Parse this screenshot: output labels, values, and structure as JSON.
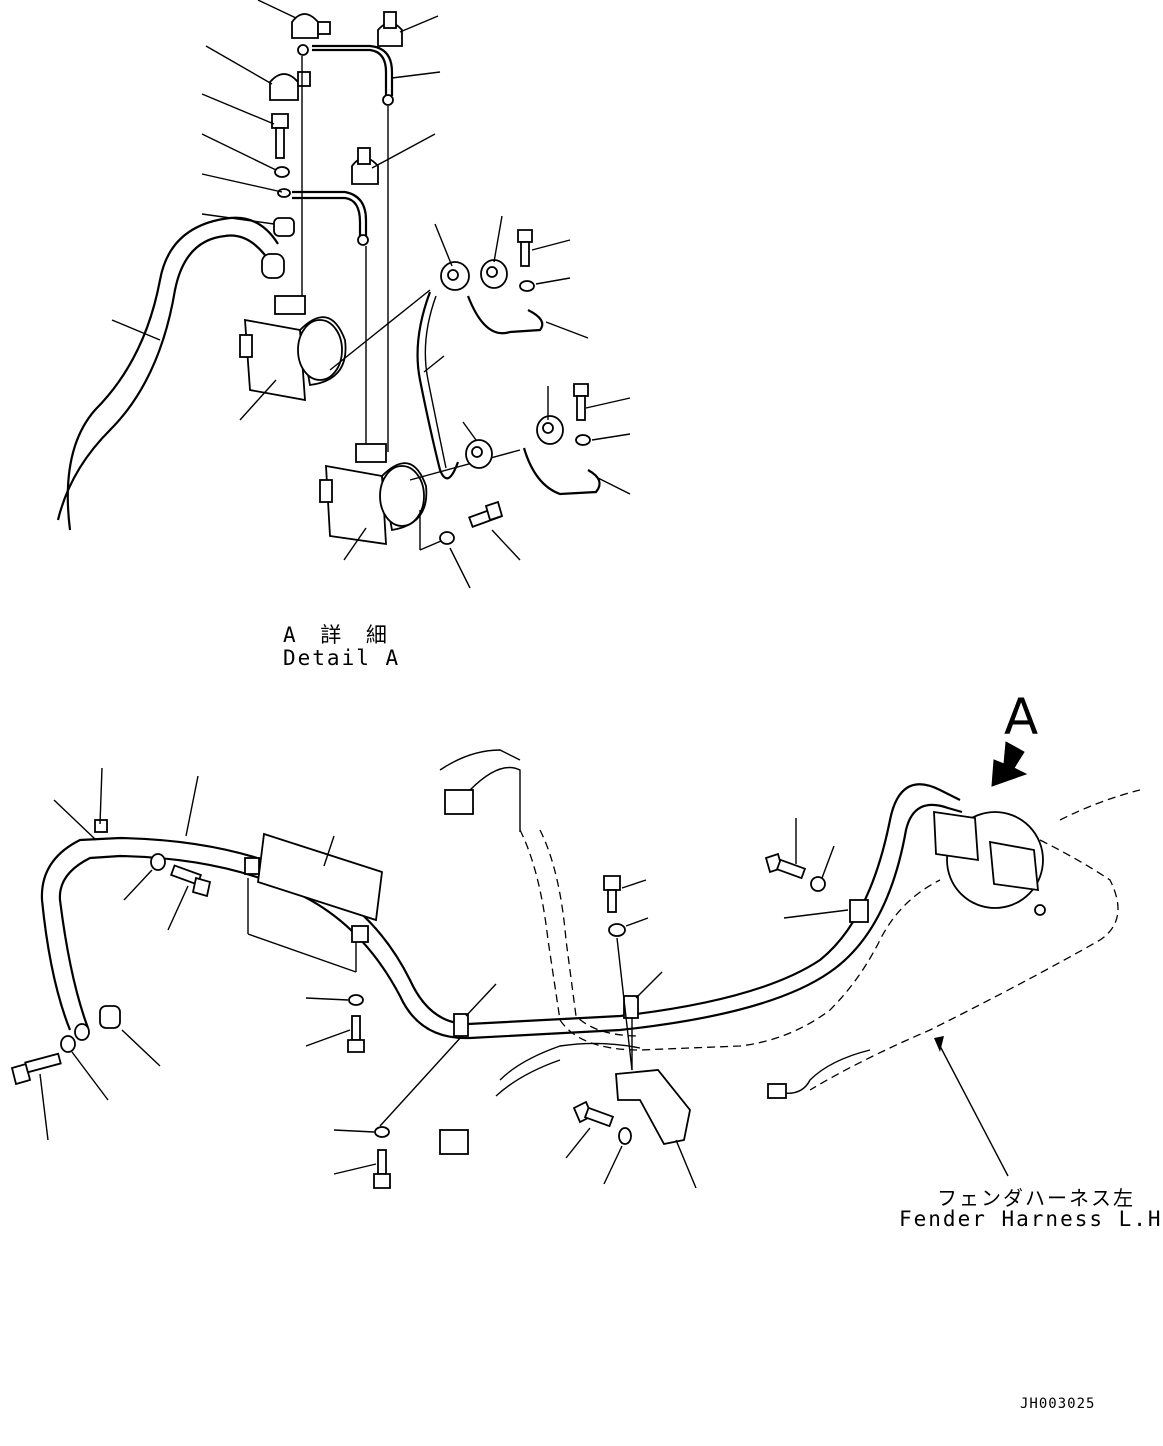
{
  "labels": {
    "detail_ja": "A 詳 細",
    "detail_en": "Detail A",
    "view_marker": "A",
    "fender_ja": "フェンダハーネス左",
    "fender_en": "Fender Harness L.H.",
    "drawing_code": "JH003025"
  }
}
